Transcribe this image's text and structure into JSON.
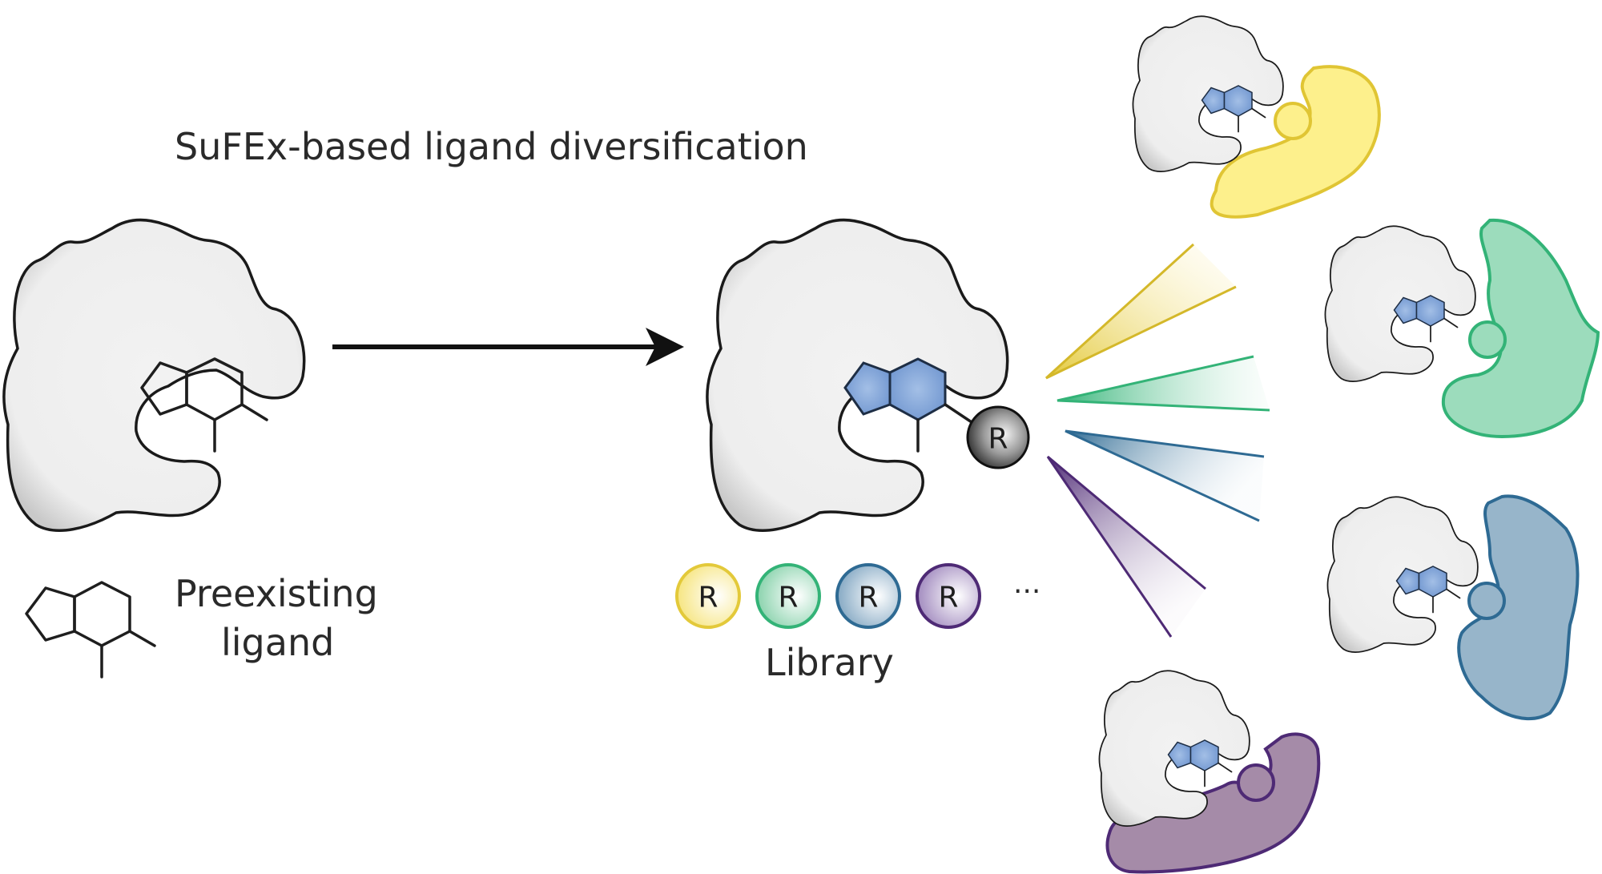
{
  "figure": {
    "title": "SuFEx-based ligand diversification",
    "legend": {
      "line1": "Preexisting",
      "line2": "ligand"
    },
    "library": {
      "label": "Library",
      "ellipsis": "···",
      "items": [
        {
          "label": "R",
          "color": "#e8cf45",
          "fill": "#fbef9e"
        },
        {
          "label": "R",
          "color": "#3cb97e",
          "fill": "#a8e0c4"
        },
        {
          "label": "R",
          "color": "#2f6b94",
          "fill": "#a7c0d4"
        },
        {
          "label": "R",
          "color": "#5a3580",
          "fill": "#b8a4c9"
        }
      ]
    },
    "modified_ligand_group": {
      "label": "R"
    },
    "colors": {
      "ligand_blue": "#7ea3d9",
      "ligand_stroke": "#2d4a73",
      "protein_grey": "#efefef",
      "yellow": "#e3c93a",
      "green": "#33b377",
      "blue": "#2e6a93",
      "purple": "#4e2a75"
    },
    "partners": [
      {
        "name": "yellow-partner",
        "color": "#e3c93a",
        "fill": "#fdf08c"
      },
      {
        "name": "green-partner",
        "color": "#33b377",
        "fill": "#9cdcbc"
      },
      {
        "name": "blue-partner",
        "color": "#2e6a93",
        "fill": "#97b5ca"
      },
      {
        "name": "purple-partner",
        "color": "#4e2a75",
        "fill": "#a58ba8"
      }
    ]
  }
}
